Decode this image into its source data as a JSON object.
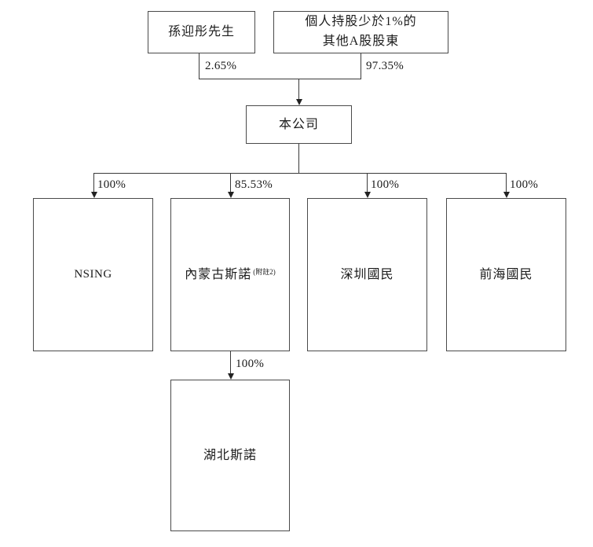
{
  "diagram": {
    "type": "shareholding-structure-flowchart",
    "nodes": {
      "sun": {
        "label": "孫迎彤先生"
      },
      "other_a": {
        "line1": "個人持股少於1%的",
        "line2": "其他A股股東"
      },
      "company": {
        "label": "本公司"
      },
      "nsing": {
        "label": "NSING"
      },
      "inner_mongolia": {
        "label": "內蒙古斯諾",
        "note": "(附註2)"
      },
      "shenzhen": {
        "label": "深圳國民"
      },
      "qianhai": {
        "label": "前海國民"
      },
      "hubei": {
        "label": "湖北斯諾"
      }
    },
    "ownership": {
      "sun_to_company": "2.65%",
      "other_to_company": "97.35%",
      "company_to_nsing": "100%",
      "company_to_inner_mongolia": "85.53%",
      "company_to_shenzhen": "100%",
      "company_to_qianhai": "100%",
      "inner_mongolia_to_hubei": "100%"
    },
    "colors": {
      "background": "#ffffff",
      "line": "#3a3a3a",
      "box_border": "#4a4a4a",
      "text": "#1b1b1b"
    }
  }
}
